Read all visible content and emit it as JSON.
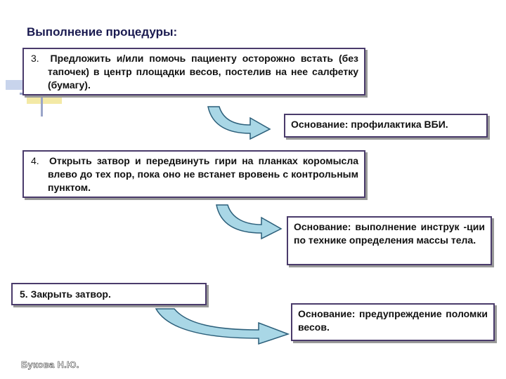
{
  "title": "Выполнение процедуры:",
  "steps": [
    {
      "num": "3.",
      "text": "Предложить и/или помочь пациенту осторожно встать (без тапочек) в центр площадки весов, постелив на нее салфетку (бумагу)."
    },
    {
      "num": "4.",
      "text": "Открыть затвор и передвинуть гири на планках коромысла влево до тех пор, пока оно не встанет вровень с контрольным пунктом."
    },
    {
      "num": "5.",
      "text": "Закрыть затвор."
    }
  ],
  "reasons": [
    "Основание: профилактика ВБИ.",
    "Основание: выполнение инструк -ции по технике определения массы тела.",
    "Основание: предупреждение поломки весов."
  ],
  "footer": "Букова Н.Ю.",
  "colors": {
    "border": "#4a3b6b",
    "arrow_fill": "#a9d7e6",
    "arrow_stroke": "#2c5f7a",
    "title": "#1a1a50"
  }
}
